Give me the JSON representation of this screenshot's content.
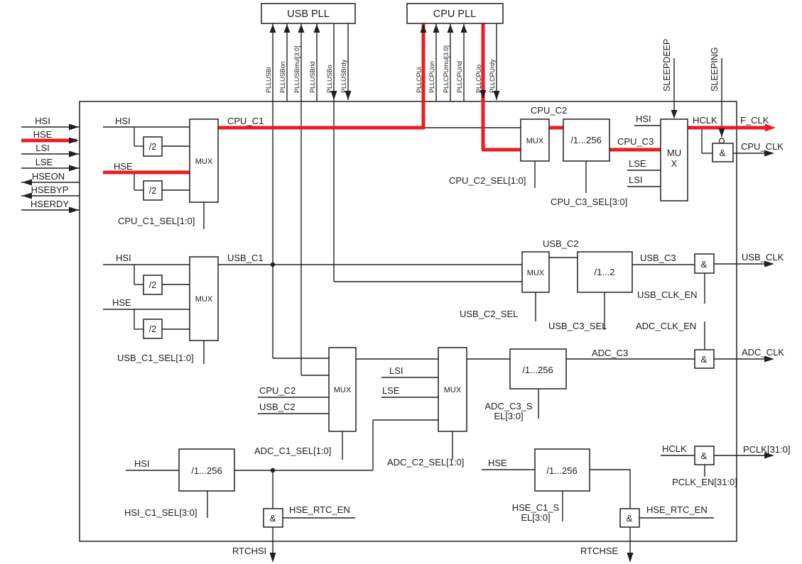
{
  "colors": {
    "accent_red": "#ec1c24",
    "line": "#231f20"
  },
  "usb_pll": {
    "title": "USB PLL",
    "signals": [
      "PLLUSBi",
      "PLLUSBon",
      "PLLUSBmul[3:0]",
      "PLLUSBrld",
      "PLLUSBo",
      "PLLUSBrdy"
    ]
  },
  "cpu_pll": {
    "title": "CPU PLL",
    "signals": [
      "PLLCPUi",
      "PLLCPUon",
      "PLLCPUmul[3:0]",
      "PLLCPUrld",
      "PLLCPUo",
      "PLLCPUrdy"
    ]
  },
  "left_ports": [
    "HSI",
    "HSE",
    "LSI",
    "LSE",
    "HSEON",
    "HSEBYP",
    "HSERDY"
  ],
  "cpu_c1": {
    "in_hsi": "HSI",
    "in_hse": "HSE",
    "div2a": "/2",
    "div2b": "/2",
    "mux": "MUX",
    "out": "CPU_C1",
    "sel": "CPU_C1_SEL[1:0]"
  },
  "usb_c1": {
    "in_hsi": "HSI",
    "in_hse": "HSE",
    "div2a": "/2",
    "div2b": "/2",
    "mux": "MUX",
    "out": "USB_C1",
    "sel": "USB_C1_SEL[1:0]"
  },
  "cpu_c2": {
    "label": "CPU_C2",
    "mux": "MUX",
    "divider": "/1...256",
    "mux_sel": "CPU_C2_SEL[1:0]",
    "div_sel": "CPU_C3_SEL[3:0]",
    "out": "CPU_C3"
  },
  "sys_mux": {
    "mux_line1": "MU",
    "mux_line2": "X",
    "in_hsi": "HSI",
    "in_lse": "LSE",
    "in_lsi": "LSI",
    "sleepdeep": "SLEEPDEEP",
    "sleeping": "SLEEPING",
    "hclk": "HCLK",
    "f_clk": "F_CLK",
    "gate": "&",
    "cpu_clk": "CPU_CLK"
  },
  "usb_c2": {
    "label": "USB_C2",
    "mux": "MUX",
    "divider": "/1...2",
    "mux_sel": "USB_C2_SEL",
    "div_sel": "USB_C3_SEL",
    "out": "USB_C3",
    "gate": "&",
    "clk": "USB_CLK",
    "clk_en": "USB_CLK_EN"
  },
  "adc": {
    "mux1": "MUX",
    "mux2": "MUX",
    "in_cpu_c2": "CPU_C2",
    "in_usb_c2": "USB_C2",
    "in_lsi": "LSI",
    "in_lse": "LSE",
    "mux1_sel": "ADC_C1_SEL[1:0]",
    "mux2_sel": "ADC_C2_SEL[1:0]",
    "divider": "/1...256",
    "div_sel_line1": "ADC_C3_S",
    "div_sel_line2": "EL[3:0]",
    "out": "ADC_C3",
    "gate": "&",
    "clk": "ADC_CLK",
    "clk_en": "ADC_CLK_EN"
  },
  "rtc_hsi": {
    "in": "HSI",
    "divider": "/1...256",
    "div_sel": "HSI_C1_SEL[3:0]",
    "gate": "&",
    "en": "HSE_RTC_EN",
    "out": "RTCHSI"
  },
  "rtc_hse": {
    "in": "HSE",
    "divider": "/1...256",
    "div_sel_line1": "HSE_C1_S",
    "div_sel_line2": "EL[3:0]",
    "gate": "&",
    "en": "HSE_RTC_EN",
    "out": "RTCHSE"
  },
  "pclk": {
    "in": "HCLK",
    "gate": "&",
    "out": "PCLK[31:0]",
    "en": "PCLK_EN[31:0]"
  }
}
